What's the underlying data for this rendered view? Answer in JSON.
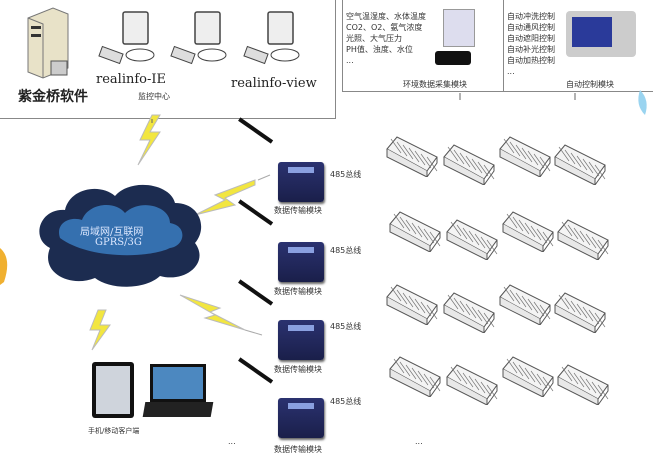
{
  "top_left": {
    "server_label": "紫金桥软件",
    "client1_label": "realinfo-IE",
    "center_label": "监控中心",
    "client2_label": "realinfo-view"
  },
  "sensor_panel": {
    "lines": [
      "空气温湿度、水体温度",
      "CO2、O2、氨气浓度",
      "光照、大气压力",
      "PH值、浊度、水位",
      "..."
    ],
    "title": "环境数据采集模块"
  },
  "control_panel": {
    "lines": [
      "自动冲洗控制",
      "自动通风控制",
      "自动遮阳控制",
      "自动补光控制",
      "自动加热控制",
      "..."
    ],
    "title": "自动控制模块"
  },
  "cloud": {
    "line1": "局域网/互联网",
    "line2": "GPRS/3G"
  },
  "modules": [
    {
      "label": "数据传输模块",
      "bus": "485总线"
    },
    {
      "label": "数据传输模块",
      "bus": "485总线"
    },
    {
      "label": "数据传输模块",
      "bus": "485总线"
    },
    {
      "label": "数据传输模块",
      "bus": "485总线"
    }
  ],
  "mobile_label": "手机/移动客户端",
  "ellipsis": "...",
  "greenhouse_rows": 4,
  "greenhouse_cols": 4
}
